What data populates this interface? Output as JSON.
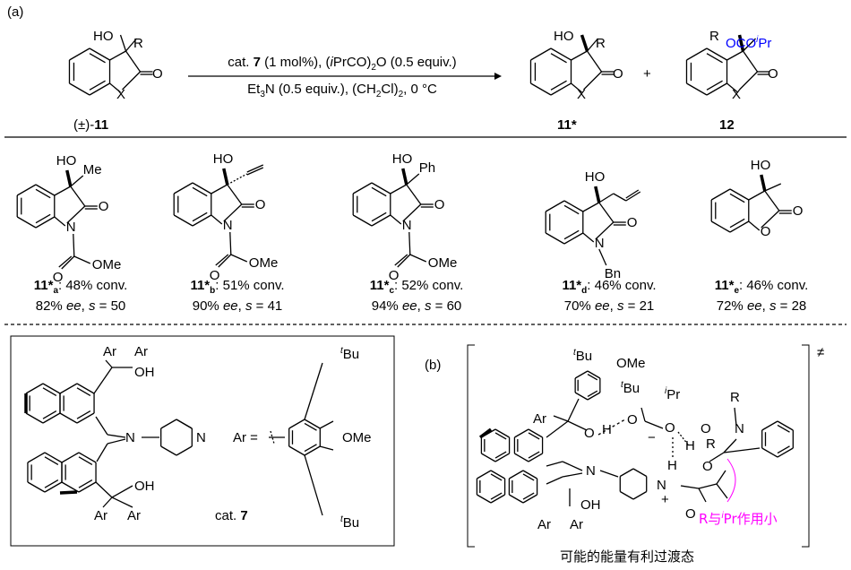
{
  "colors": {
    "substrate_ho": "#8b1a4a",
    "product_ho": "#ff0000",
    "ester": "#0000ff",
    "annotation": "#ff00ff"
  },
  "panel_a": {
    "label": "(a)",
    "substrate": {
      "ho": "HO",
      "r": "R",
      "o": "O",
      "x": "X",
      "prefix": "(±)-",
      "name": "11"
    },
    "conditions_top": [
      "cat. ",
      "7",
      " (1 mol%), (",
      "i",
      "PrCO)",
      "2",
      "O (0.5 equiv.)"
    ],
    "conditions_bottom": [
      "Et",
      "3",
      "N (0.5 equiv.), (CH",
      "2",
      "Cl)",
      "2",
      ", 0 °C"
    ],
    "product_alcohol": {
      "ho": "HO",
      "r": "R",
      "o": "O",
      "x": "X",
      "name": "11*"
    },
    "plus": "+",
    "product_ester": {
      "r": "R",
      "ester": "OCO",
      "ester_sup": "i",
      "ester_end": "Pr",
      "o": "O",
      "x": "X",
      "name": "12"
    },
    "examples": [
      {
        "ho": "HO",
        "sub": "Me",
        "n": "N",
        "o": "O",
        "o2": "O",
        "ome": "OMe",
        "id": "11*",
        "letter": "a",
        "conv": ": 48% conv.",
        "ee": "82% ",
        "ee_label": "ee",
        "s_label": "s",
        "s_val": " = 50"
      },
      {
        "ho": "HO",
        "sub": "",
        "n": "N",
        "o": "O",
        "o2": "O",
        "ome": "OMe",
        "id": "11*",
        "letter": "b",
        "conv": ": 51% conv.",
        "ee": "90% ",
        "ee_label": "ee",
        "s_label": "s",
        "s_val": " = 41"
      },
      {
        "ho": "HO",
        "sub": "Ph",
        "n": "N",
        "o": "O",
        "o2": "O",
        "ome": "OMe",
        "id": "11*",
        "letter": "c",
        "conv": ": 52% conv.",
        "ee": "94% ",
        "ee_label": "ee",
        "s_label": "s",
        "s_val": " = 60"
      },
      {
        "ho": "HO",
        "sub": "",
        "n": "N",
        "o": "O",
        "bn": "Bn",
        "id": "11*",
        "letter": "d",
        "conv": ": 46% conv.",
        "ee": "70% ",
        "ee_label": "ee",
        "s_label": "s",
        "s_val": " = 21"
      },
      {
        "ho": "HO",
        "sub": "",
        "n": "O",
        "o": "O",
        "id": "11*",
        "letter": "e",
        "conv": ": 46% conv.",
        "ee": "72% ",
        "ee_label": "ee",
        "s_label": "s",
        "s_val": " = 28"
      }
    ]
  },
  "catalyst": {
    "ar": "Ar",
    "oh": "OH",
    "n_amine": "N",
    "n_pyr": "N",
    "ar_def": "Ar =",
    "tbu_sup": "t",
    "tbu": "Bu",
    "ome": "OMe",
    "name_prefix": "cat. ",
    "name": "7"
  },
  "panel_b": {
    "label": "(b)",
    "ts_symbol": "≠",
    "tbu_sup": "t",
    "tbu": "Bu",
    "ome": "OMe",
    "ipr_sup": "i",
    "ipr": "Pr",
    "ar": "Ar",
    "o": "O",
    "h": "H",
    "n": "N",
    "r": "R",
    "oh": "OH",
    "minus": "−",
    "plus": "+",
    "annotation": [
      "R与",
      "i",
      "Pr作用小"
    ],
    "caption": "可能的能量有利过渡态"
  }
}
